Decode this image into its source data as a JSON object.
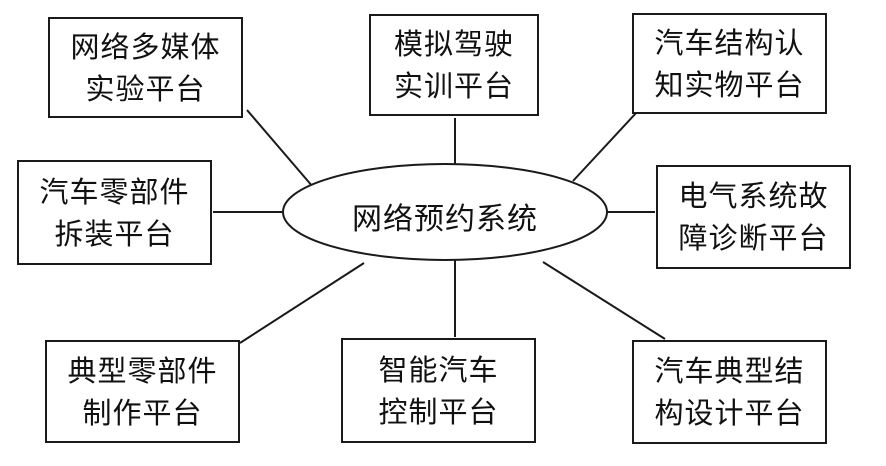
{
  "hub": {
    "label": "网络预约系统"
  },
  "platforms": [
    {
      "id": "top-left",
      "lines": [
        "网络多媒体",
        "实验平台"
      ]
    },
    {
      "id": "top-center",
      "lines": [
        "模拟驾驶",
        "实训平台"
      ]
    },
    {
      "id": "top-right",
      "lines": [
        "汽车结构认",
        "知实物平台"
      ]
    },
    {
      "id": "mid-left",
      "lines": [
        "汽车零部件",
        "拆装平台"
      ]
    },
    {
      "id": "mid-right",
      "lines": [
        "电气系统故",
        "障诊断平台"
      ]
    },
    {
      "id": "bottom-left",
      "lines": [
        "典型零部件",
        "制作平台"
      ]
    },
    {
      "id": "bottom-center",
      "lines": [
        "智能汽车",
        "控制平台"
      ]
    },
    {
      "id": "bottom-right",
      "lines": [
        "汽车典型结",
        "构设计平台"
      ]
    }
  ],
  "colors": {
    "stroke": "#1a1a1a",
    "text": "#111111",
    "background": "#ffffff"
  }
}
